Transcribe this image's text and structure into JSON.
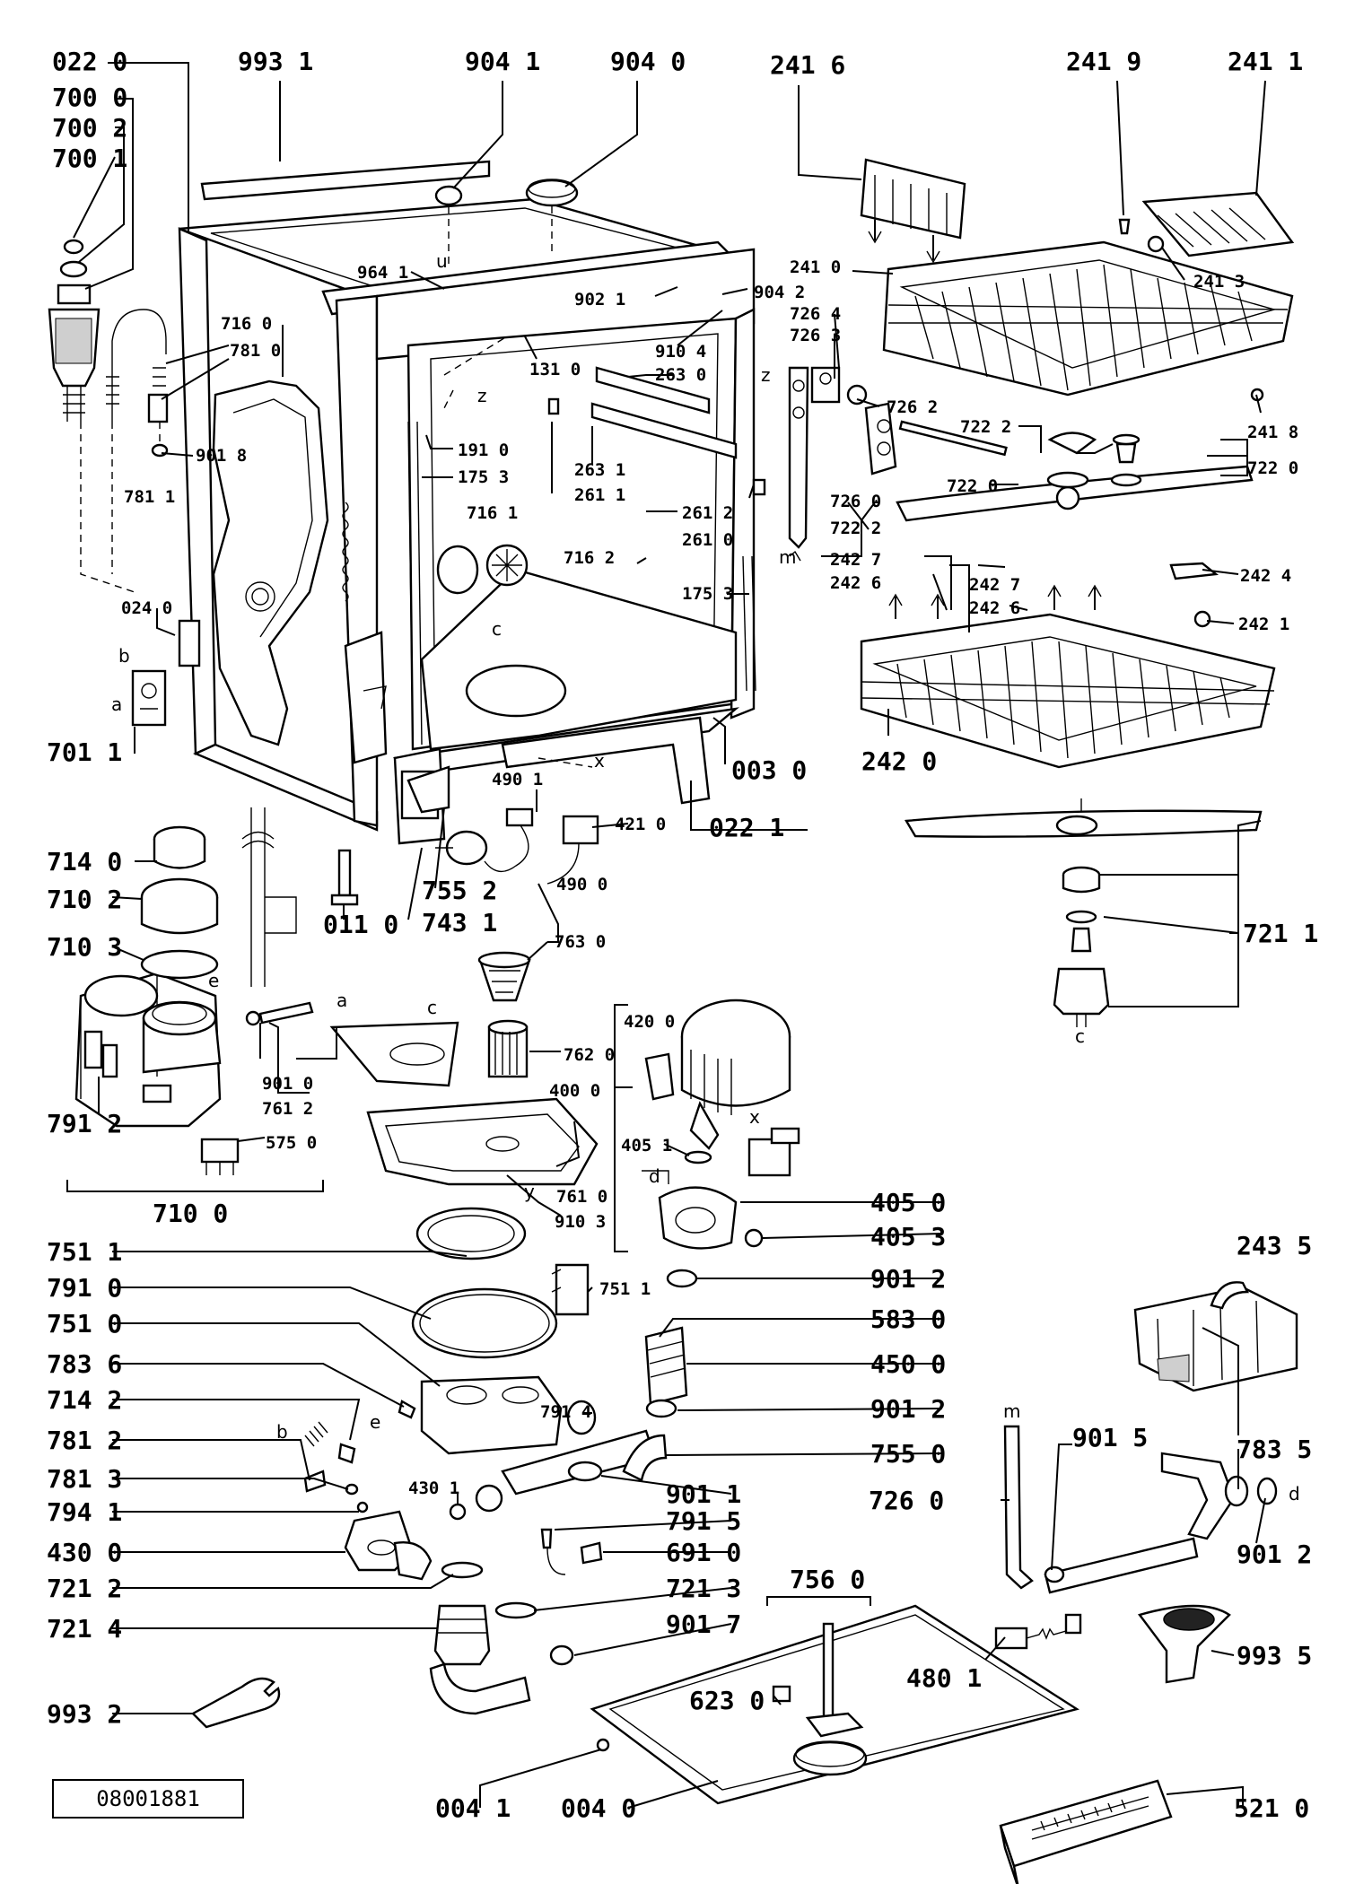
{
  "document_ref": "08001881",
  "labels": [
    "022 0",
    "993 1",
    "904 1",
    "904 0",
    "241 6",
    "241 9",
    "241 1",
    "700 0",
    "700 2",
    "700 1",
    "964 1",
    "902 1",
    "904 2",
    "241 0",
    "241 3",
    "716 0",
    "781 0",
    "131 0",
    "910 4",
    "726 4",
    "726 3",
    "263 0",
    "726 2",
    "901 8",
    "191 0",
    "175 3",
    "263 1",
    "261 1",
    "722 2",
    "241 8",
    "722 0",
    "781 1",
    "716 1",
    "722 0",
    "261 2",
    "726 0",
    "261 0",
    "722 2",
    "716 2",
    "175 3",
    "242 7",
    "242 6",
    "242 7",
    "242 6",
    "242 4",
    "024 0",
    "242 1",
    "242 0",
    "701 1",
    "003 0",
    "022 1",
    "490 1",
    "421 0",
    "714 0",
    "755 2",
    "710 2",
    "011 0",
    "743 1",
    "490 0",
    "763 0",
    "721 1",
    "710 3",
    "901 0",
    "762 0",
    "761 2",
    "420 0",
    "400 0",
    "791 2",
    "575 0",
    "405 1",
    "761 0",
    "910 3",
    "710 0",
    "405 0",
    "405 3",
    "751 1",
    "751 1",
    "901 2",
    "791 0",
    "583 0",
    "751 0",
    "450 0",
    "783 6",
    "714 2",
    "791 4",
    "901 2",
    "781 2",
    "755 0",
    "781 3",
    "430 1",
    "901 1",
    "794 1",
    "791 5",
    "430 0",
    "691 0",
    "721 2",
    "721 3",
    "756 0",
    "721 4",
    "901 7",
    "993 2",
    "623 0",
    "480 1",
    "004 1",
    "004 0",
    "521 0",
    "243 5",
    "901 5",
    "783 5",
    "901 2",
    "726 0",
    "993 5"
  ],
  "letters": [
    "u",
    "z",
    "z",
    "m",
    "m",
    "c",
    "c",
    "c",
    "x",
    "x",
    "a",
    "a",
    "b",
    "b",
    "e",
    "e",
    "d",
    "d",
    "y"
  ]
}
